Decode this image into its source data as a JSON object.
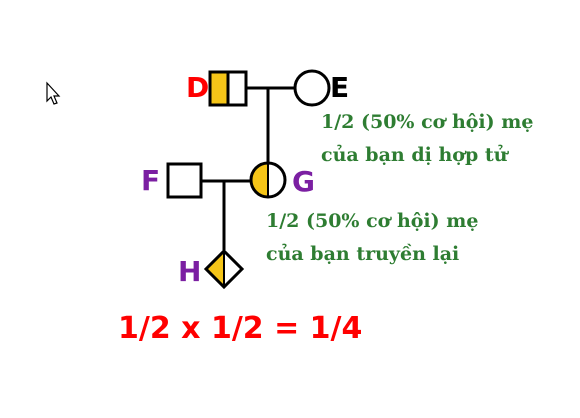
{
  "pedigree": {
    "labels": {
      "D": "D",
      "E": "E",
      "F": "F",
      "G": "G",
      "H": "H"
    },
    "notes": {
      "note1_line1": "1/2 (50% cơ hội) mẹ",
      "note1_line2": "của bạn dị hợp tử",
      "note2_line1": "1/2 (50% cơ hội) mẹ",
      "note2_line2": "của bạn truyền lại"
    },
    "equation": "1/2 x 1/2 = 1/4"
  },
  "colors": {
    "carrier_fill": "#f5c518",
    "line": "#000000",
    "note_text": "#2e7d32",
    "equation_text": "#ff0000",
    "label_D": "#ff0000",
    "label_E": "#000000",
    "label_F": "#7b1fa2",
    "label_G": "#7b1fa2",
    "label_H": "#7b1fa2"
  },
  "icons": {
    "cursor": "mouse-pointer-icon"
  }
}
